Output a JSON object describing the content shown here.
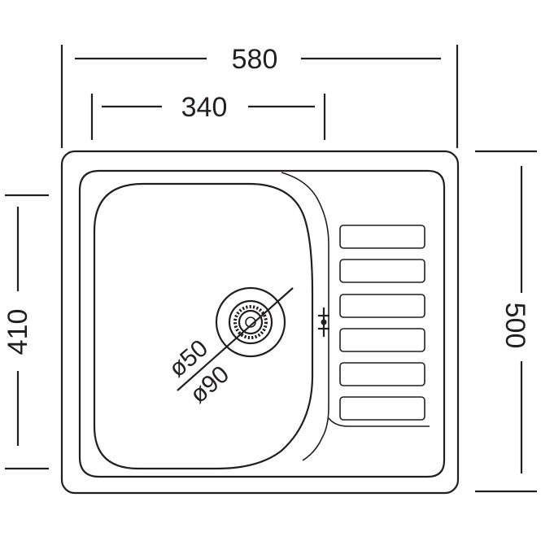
{
  "dimensions": {
    "overall_width": "580",
    "bowl_width": "340",
    "bowl_height": "410",
    "overall_depth": "500"
  },
  "drain": {
    "inner_diameter": "ø50",
    "outer_diameter": "ø90"
  },
  "colors": {
    "line": "#231f20",
    "background": "#ffffff"
  }
}
